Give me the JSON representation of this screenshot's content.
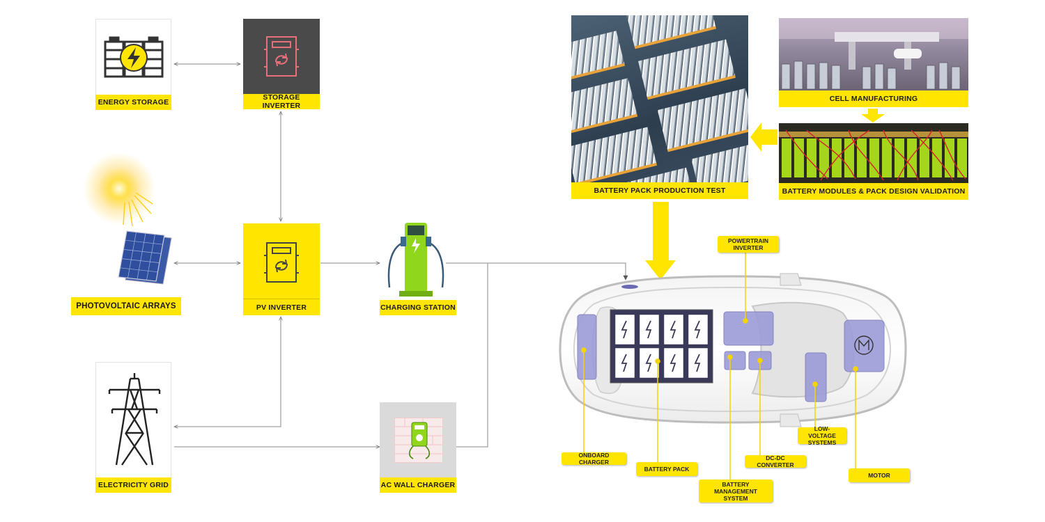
{
  "nodes": {
    "energy_storage": "ENERGY STORAGE",
    "storage_inverter": "STORAGE INVERTER",
    "photovoltaic_arrays": "PHOTOVOLTAIC ARRAYS",
    "pv_inverter": "PV INVERTER",
    "charging_station": "CHARGING STATION",
    "electricity_grid": "ELECTRICITY GRID",
    "ac_wall_charger": "AC WALL CHARGER",
    "battery_pack_production_test": "BATTERY PACK PRODUCTION TEST",
    "cell_manufacturing": "CELL MANUFACTURING",
    "battery_modules_validation": "BATTERY MODULES & PACK DESIGN VALIDATION"
  },
  "vehicle_components": {
    "powertrain_inverter": "POWERTRAIN INVERTER",
    "onboard_charger": "ONBOARD CHARGER",
    "battery_pack": "BATTERY PACK",
    "battery_management_system": "BATTERY MANAGEMENT SYSTEM",
    "dc_dc_converter": "DC-DC CONVERTER",
    "low_voltage_systems": "LOW-VOLTAGE SYSTEMS",
    "motor": "MOTOR"
  },
  "colors": {
    "accent_yellow": "#ffe500",
    "dark_panel": "#4a4a4a",
    "component_purple": "#9c9cd8",
    "connector_gray": "#777777",
    "inverter_pink": "#e8707a"
  },
  "icons": [
    "battery-bolt-icon",
    "inverter-icon",
    "sun-icon",
    "solar-panel-icon",
    "ev-charger-icon",
    "transmission-tower-icon",
    "wall-charger-icon",
    "motor-icon"
  ]
}
